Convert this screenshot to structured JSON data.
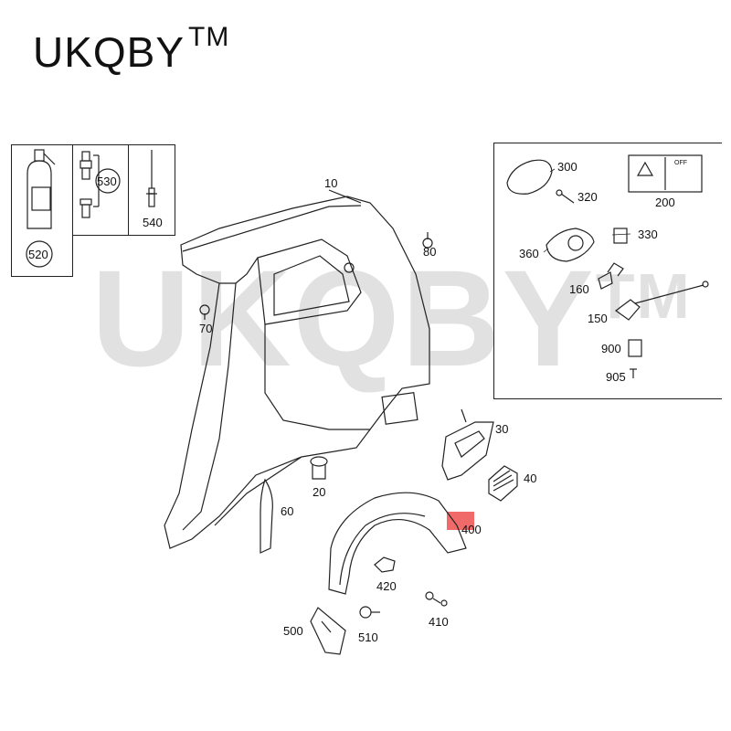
{
  "brand": {
    "name": "UKQBY",
    "mark": "TM"
  },
  "watermark": {
    "name": "UKQBY",
    "mark": "TM"
  },
  "accent_color": "#f06a6a",
  "callouts": {
    "p10": "10",
    "p20": "20",
    "p30": "30",
    "p40": "40",
    "p60": "60",
    "p70": "70",
    "p80": "80",
    "p150": "150",
    "p160": "160",
    "p200": "200",
    "p300": "300",
    "p320": "320",
    "p330": "330",
    "p360": "360",
    "p400": "400",
    "p410": "410",
    "p420": "420",
    "p500": "500",
    "p510": "510",
    "p520": "520",
    "p530": "530",
    "p540": "540",
    "p900": "900",
    "p905": "905"
  },
  "warning_label": {
    "off_text": "OFF"
  }
}
